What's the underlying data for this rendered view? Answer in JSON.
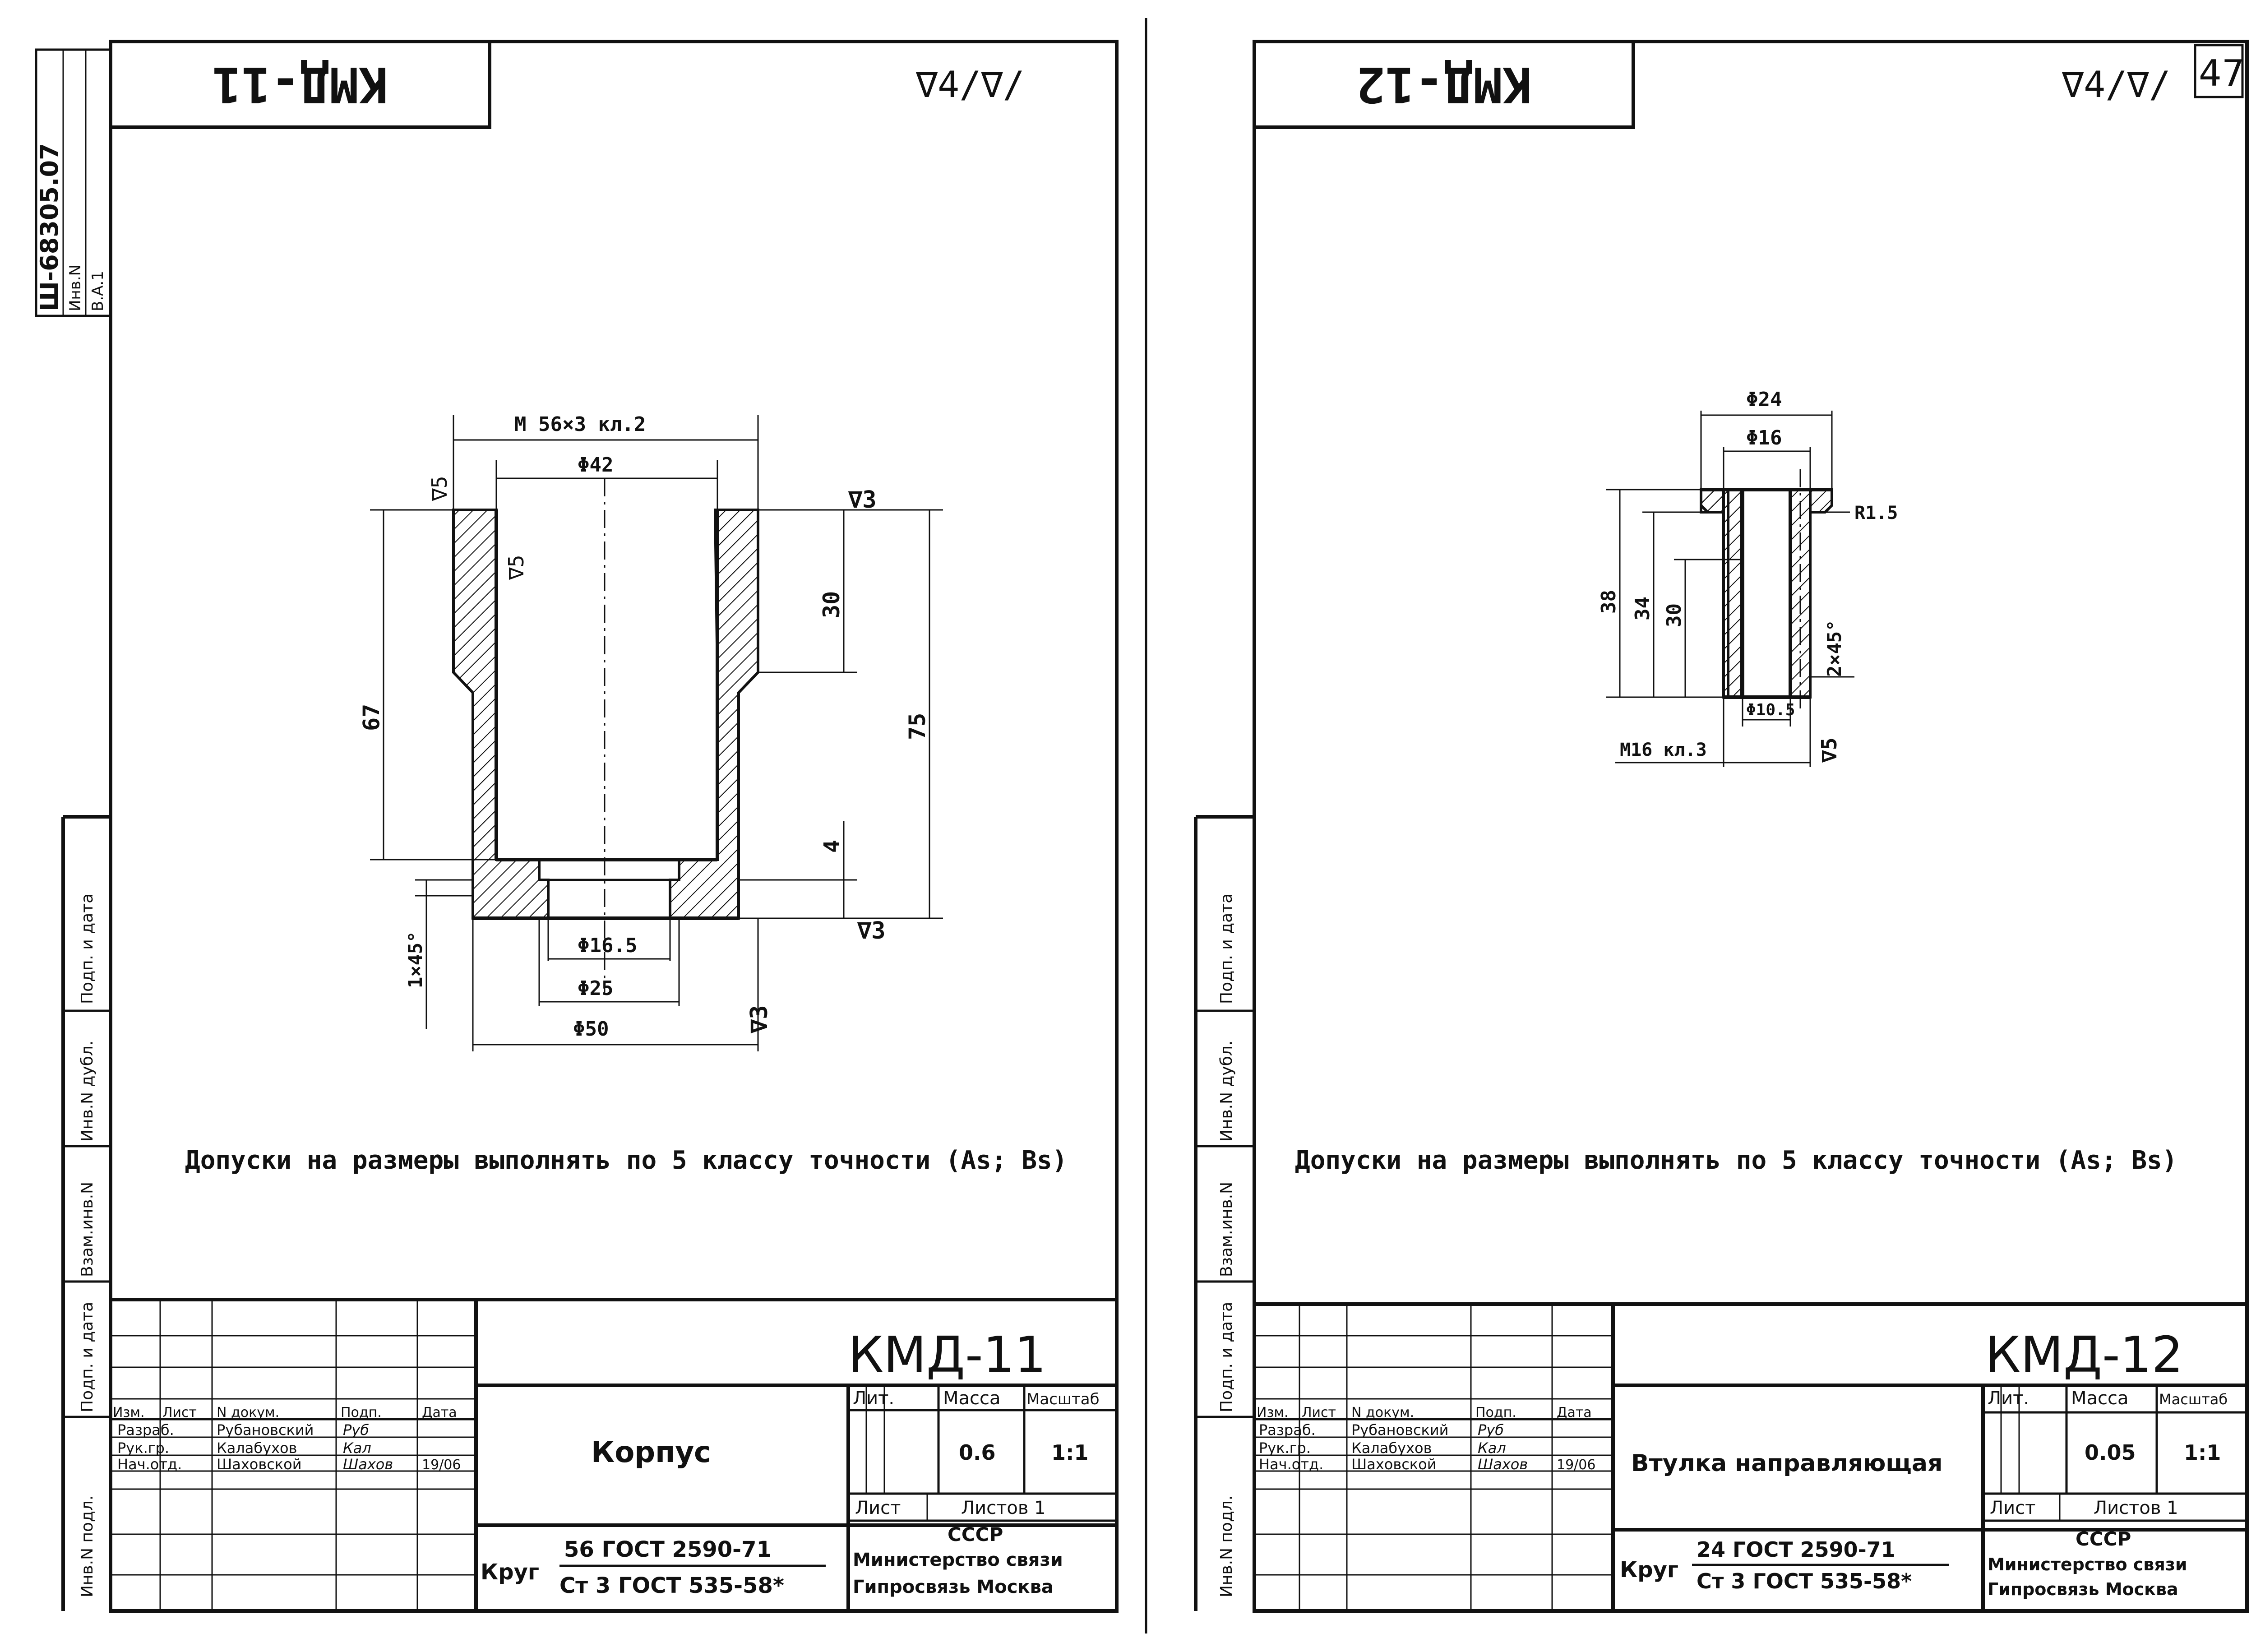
{
  "stamp": {
    "archive_number": "Ш-68305.07",
    "inv_no_label": "Инв.N",
    "vza_label": "В.А.1",
    "side_labels": [
      "Подп. и дата",
      "Инв.N дубл.",
      "Взам.инв.N",
      "Подп. и дата",
      "Инв.N подл."
    ]
  },
  "page_number": "47",
  "sheets": [
    {
      "rotated_code": "КМД-11",
      "roughness": "∇4/∇/",
      "dimensions": {
        "thread": "M 56×3 кл.2",
        "inner_bore": "Φ42",
        "upper_height": "30",
        "total_height": "75",
        "inner_height": "67",
        "bottom_thickness": "4",
        "chamfer": "1×45°",
        "hole": "Φ16.5",
        "recess": "Φ25",
        "outer": "Φ50",
        "rough_5a": "∇5",
        "rough_5b": "∇5",
        "rough_3a": "∇3",
        "rough_3b": "∇3",
        "rough_3c": "∇3"
      },
      "note": "Допуски на размеры выполнять по 5 классу точности (As; Bs)",
      "title_block": {
        "code": "КМД-11",
        "name": "Корпус",
        "headers": {
          "izm": "Изм.",
          "list": "Лист",
          "ndoc": "N докум.",
          "podp": "Подп.",
          "data": "Дата"
        },
        "roles": [
          {
            "role": "Разраб.",
            "name": "Рубановский",
            "sign": "Руб",
            "date": ""
          },
          {
            "role": "Рук.гр.",
            "name": "Калабухов",
            "sign": "Кал",
            "date": ""
          },
          {
            "role": "Нач.отд.",
            "name": "Шаховской",
            "sign": "Шахов",
            "date": "19/06"
          }
        ],
        "lit_label": "Лит.",
        "mass_label": "Масса",
        "scale_label": "Масштаб",
        "mass": "0.6",
        "scale": "1:1",
        "sheet_label": "Лист",
        "sheets_label": "Листов 1",
        "material_prefix": "Круг",
        "material_top": "56 ГОСТ 2590-71",
        "material_bottom": "Ст 3 ГОСТ 535-58*",
        "org1": "СССР",
        "org2": "Министерство связи",
        "org3": "Гипросвязь Москва"
      }
    },
    {
      "rotated_code": "КМД-12",
      "roughness": "∇4/∇/",
      "dimensions": {
        "head": "Φ24",
        "body": "Φ16",
        "radius": "R1.5",
        "total": "38",
        "d34": "34",
        "d30": "30",
        "chamfer": "2×45°",
        "inner": "Φ10.5",
        "thread": "M16 кл.3",
        "rough_5": "∇5"
      },
      "note": "Допуски на размеры выполнять по 5 классу точности (As; Bs)",
      "title_block": {
        "code": "КМД-12",
        "name": "Втулка направляющая",
        "headers": {
          "izm": "Изм.",
          "list": "Лист",
          "ndoc": "N докум.",
          "podp": "Подп.",
          "data": "Дата"
        },
        "roles": [
          {
            "role": "Разраб.",
            "name": "Рубановский",
            "sign": "Руб",
            "date": ""
          },
          {
            "role": "Рук.гр.",
            "name": "Калабухов",
            "sign": "Кал",
            "date": ""
          },
          {
            "role": "Нач.отд.",
            "name": "Шаховской",
            "sign": "Шахов",
            "date": "19/06"
          }
        ],
        "lit_label": "Лит.",
        "mass_label": "Масса",
        "scale_label": "Масштаб",
        "mass": "0.05",
        "scale": "1:1",
        "sheet_label": "Лист",
        "sheets_label": "Листов 1",
        "material_prefix": "Круг",
        "material_top": "24 ГОСТ 2590-71",
        "material_bottom": "Ст 3 ГОСТ 535-58*",
        "org1": "СССР",
        "org2": "Министерство связи",
        "org3": "Гипросвязь Москва"
      }
    }
  ]
}
